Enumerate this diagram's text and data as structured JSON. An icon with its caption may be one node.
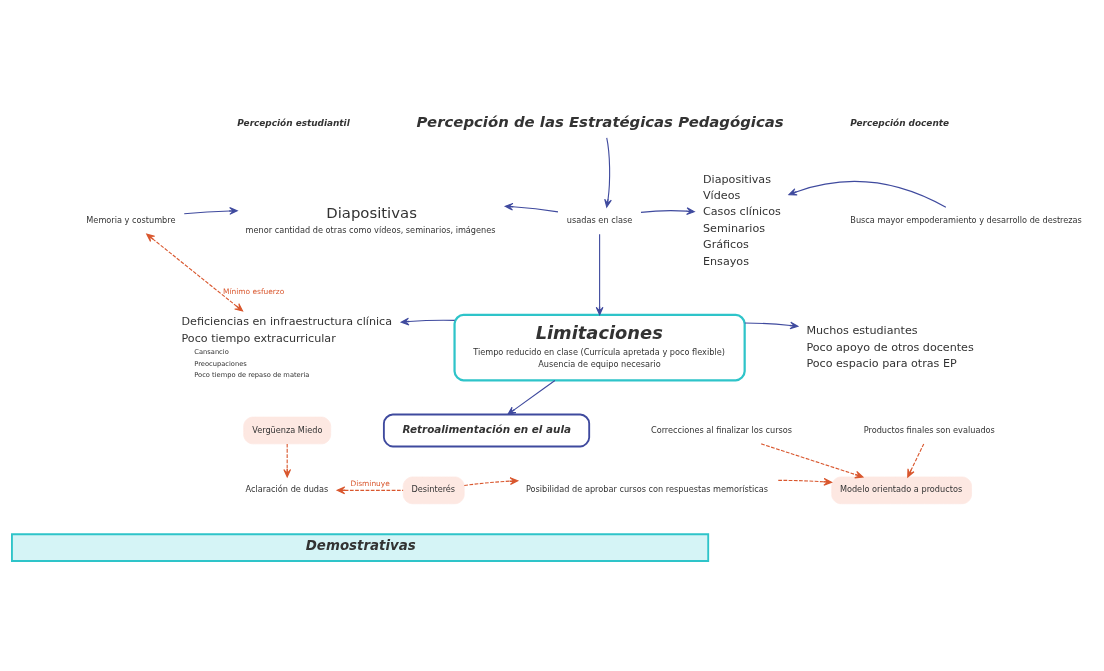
{
  "diagram": {
    "nodes": [
      {
        "text": [
          "Percepción de las Estratégicas Pedagógicas"
        ]
      },
      {
        "text": [
          "usadas en clase"
        ]
      },
      {
        "text": [
          "Diapositivas",
          "menor cantidad de otras como vídeos, seminarios, imágenes"
        ]
      },
      {
        "text": [
          "Memoria y costumbre"
        ]
      },
      {
        "text": [
          "Diapositivas",
          "Vídeos",
          "Casos clínicos",
          "Seminarios",
          "Gráficos",
          "Ensayos"
        ]
      },
      {
        "text": [
          "Busca mayor empoderamiento y desarrollo de destrezas"
        ]
      },
      {
        "text": [
          "Limitaciones",
          "Tiempo reducido en clase (Currícula apretada y poco flexible)",
          "Ausencia de equipo necesario"
        ]
      },
      {
        "text": [
          "Deficiencias en infraestructura clínica",
          "Poco tiempo extracurricular",
          "Cansancio",
          "Preocupaciones",
          "Poco tiempo de repaso de materia"
        ]
      },
      {
        "text": [
          "Muchos estudiantes",
          "Poco apoyo de otros docentes",
          "Poco espacio para otras EP"
        ]
      },
      {
        "text": [
          "Retroalimentación en el aula"
        ]
      },
      {
        "text": [
          "Vergüenza Miedo"
        ]
      },
      {
        "text": [
          "Aclaración de dudas"
        ]
      },
      {
        "text": [
          "Desinterés"
        ]
      },
      {
        "text": [
          "Posibilidad de aprobar cursos con respuestas memorísticas"
        ]
      },
      {
        "text": [
          "Correcciones al finalizar los cursos"
        ]
      },
      {
        "text": [
          "Productos finales son evaluados"
        ]
      },
      {
        "text": [
          "Modelo orientado a productos"
        ]
      },
      {
        "text": [
          "Demostrativas"
        ]
      }
    ],
    "edges": [
      {
        "from": 0,
        "to": 1,
        "arrow": "to"
      },
      {
        "from": 1,
        "to": 2,
        "arrow": "to"
      },
      {
        "from": 1,
        "to": 4,
        "arrow": "to"
      },
      {
        "from": 3,
        "to": 2,
        "arrow": "to"
      },
      {
        "from": 5,
        "to": 4,
        "arrow": "to"
      },
      {
        "from": 1,
        "to": 6,
        "arrow": "to"
      },
      {
        "from": 3,
        "to": 7,
        "arrow": "both",
        "label": "Mínimo esfuerzo",
        "style": "dashed",
        "color": "#d9572e"
      },
      {
        "from": 6,
        "to": 7,
        "arrow": "to"
      },
      {
        "from": 6,
        "to": 8,
        "arrow": "to"
      },
      {
        "from": 6,
        "to": 9,
        "arrow": "to"
      },
      {
        "from": 10,
        "to": 11,
        "arrow": "to",
        "style": "dashed",
        "color": "#d9572e"
      },
      {
        "from": 12,
        "to": 11,
        "arrow": "to",
        "label": "Disminuye",
        "style": "dashed",
        "color": "#d9572e"
      },
      {
        "from": 12,
        "to": 13,
        "arrow": "to",
        "style": "dashed",
        "color": "#d9572e"
      },
      {
        "from": 13,
        "to": 16,
        "arrow": "to",
        "style": "dashed",
        "color": "#d9572e"
      },
      {
        "from": 14,
        "to": 16,
        "arrow": "to",
        "style": "dashed",
        "color": "#d9572e"
      },
      {
        "from": 15,
        "to": 16,
        "arrow": "to",
        "style": "dashed",
        "color": "#d9572e"
      }
    ],
    "labels": [
      "Percepción estudiantil",
      "Percepción docente"
    ]
  }
}
